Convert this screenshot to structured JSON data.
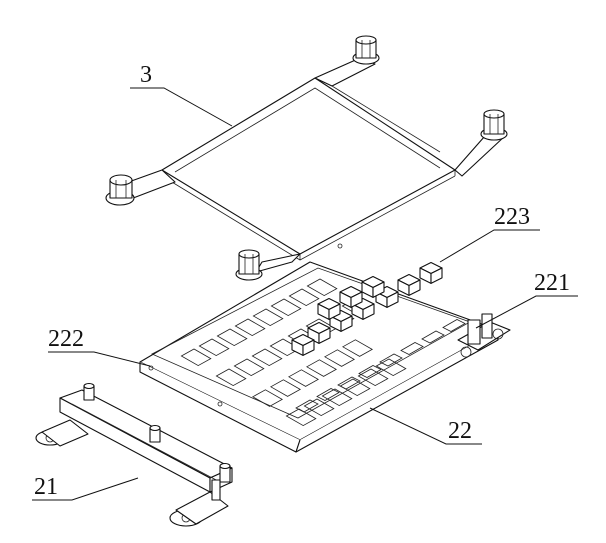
{
  "labels": {
    "part_3": "3",
    "part_223": "223",
    "part_221": "221",
    "part_222": "222",
    "part_22": "22",
    "part_21": "21"
  },
  "colors": {
    "line": "#111111",
    "background": "#ffffff"
  }
}
